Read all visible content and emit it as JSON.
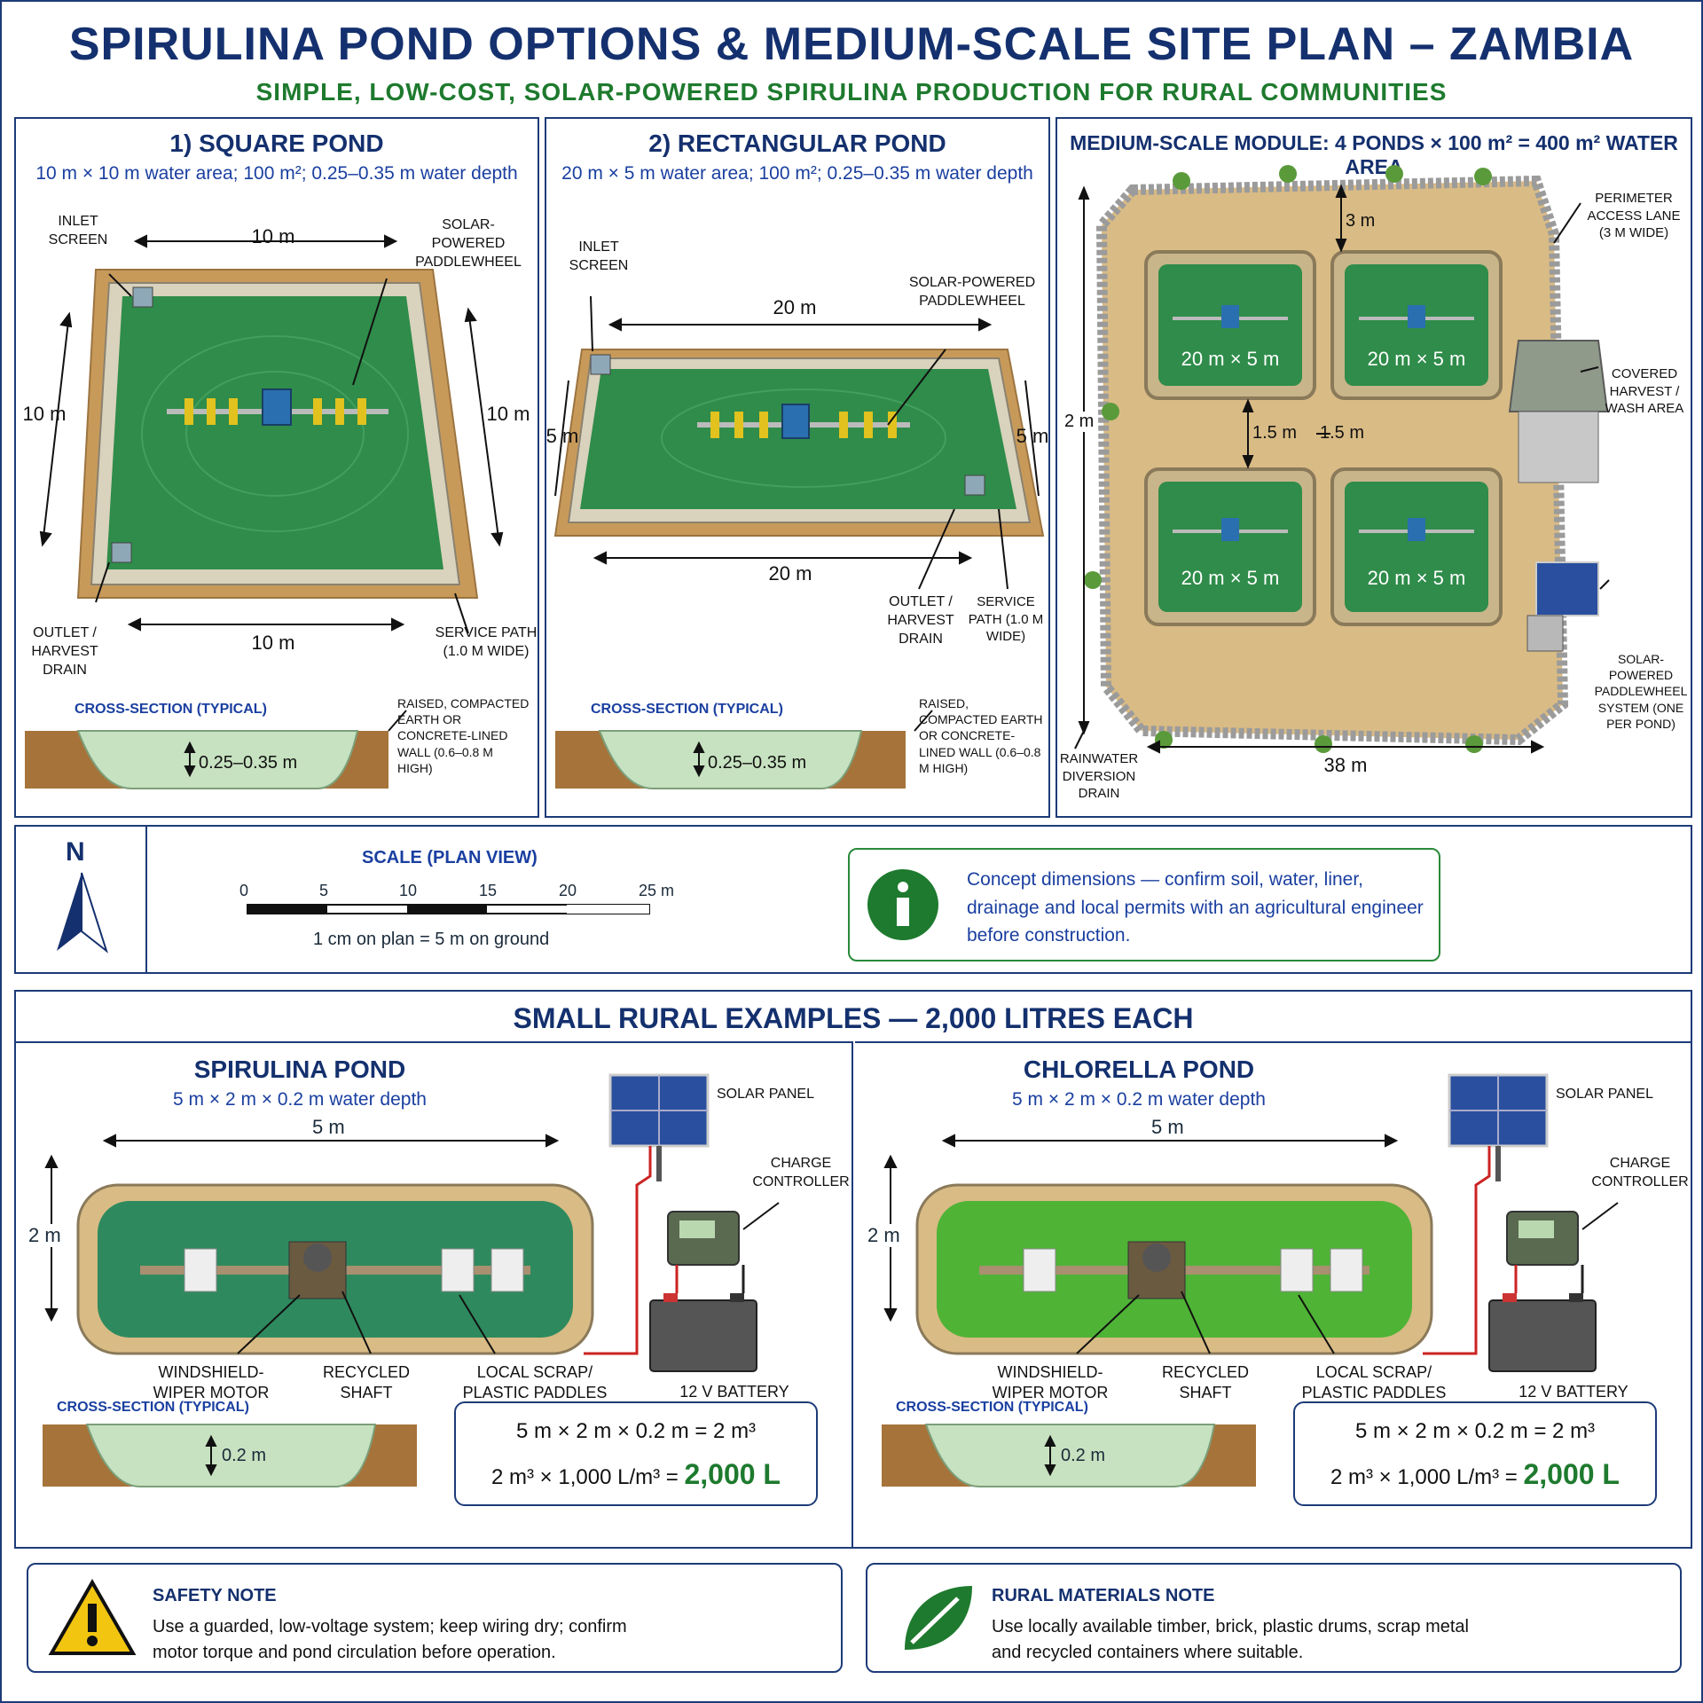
{
  "header": {
    "title": "SPIRULINA POND OPTIONS & MEDIUM-SCALE SITE PLAN – ZAMBIA",
    "subtitle": "SIMPLE, LOW-COST, SOLAR-POWERED SPIRULINA PRODUCTION FOR RURAL COMMUNITIES"
  },
  "colors": {
    "navy": "#14306e",
    "green": "#1e7a2e",
    "water": "#2f8c4a",
    "earth": "#c89a5a",
    "border": "#1d3b78"
  },
  "square": {
    "title": "1) SQUARE POND",
    "subtitle": "10 m × 10 m water area; 100 m²; 0.25–0.35 m water depth",
    "inlet": "INLET SCREEN",
    "paddle": "SOLAR-POWERED PADDLEWHEEL",
    "dim_top": "10 m",
    "dim_left": "10 m",
    "dim_right": "10 m",
    "dim_bottom": "10 m",
    "outlet": "OUTLET / HARVEST DRAIN",
    "service": "SERVICE PATH (1.0 m WIDE)",
    "cross": "CROSS-SECTION (TYPICAL)",
    "depth": "0.25–0.35 m",
    "wall": "RAISED, COMPACTED EARTH OR CONCRETE-LINED WALL (0.6–0.8 m HIGH)"
  },
  "rect": {
    "title": "2) RECTANGULAR POND",
    "subtitle": "20 m × 5 m water area; 100 m²; 0.25–0.35 m water depth",
    "inlet": "INLET SCREEN",
    "paddle": "SOLAR-POWERED PADDLEWHEEL",
    "dim_top": "20 m",
    "dim_left": "5 m",
    "dim_right": "5 m",
    "dim_bottom": "20 m",
    "outlet": "OUTLET / HARVEST DRAIN",
    "service": "SERVICE PATH (1.0 m WIDE)",
    "cross": "CROSS-SECTION (TYPICAL)",
    "depth": "0.25–0.35 m",
    "wall": "RAISED, COMPACTED EARTH OR CONCRETE-LINED WALL (0.6–0.8 m HIGH)"
  },
  "module": {
    "title": "MEDIUM-SCALE MODULE: 4 PONDS × 100 m² = 400 m² WATER AREA",
    "pond_label": "20 m × 5 m",
    "gap_top": "3 m",
    "gap_1": "1.5 m",
    "gap_2": "1.5 m",
    "dim_left": "2 m",
    "dim_bottom": "38 m",
    "access": "PERIMETER ACCESS LANE (3 m WIDE)",
    "harvest": "COVERED HARVEST / WASH AREA",
    "solar": "SOLAR-POWERED PADDLEWHEEL SYSTEM (ONE PER POND)",
    "drain": "RAINWATER DIVERSION DRAIN"
  },
  "legend": {
    "north": "N",
    "scale_title": "SCALE (PLAN VIEW)",
    "ticks": [
      "0",
      "5",
      "10",
      "15",
      "20",
      "25 m"
    ],
    "scale_note": "1 cm on plan = 5 m on ground",
    "info": "Concept dimensions — confirm soil, water, liner, drainage and local permits with an agricultural engineer before construction."
  },
  "small": {
    "title": "SMALL RURAL EXAMPLES — 2,000 LITRES EACH",
    "ponds": [
      {
        "title": "SPIRULINA POND",
        "subtitle": "5 m × 2 m × 0.2 m water depth",
        "dim_w": "5 m",
        "dim_h": "2 m",
        "solar": "SOLAR PANEL",
        "controller": "CHARGE CONTROLLER",
        "battery": "12 V BATTERY",
        "motor": "WINDSHIELD- WIPER MOTOR",
        "shaft": "RECYCLED SHAFT",
        "paddles": "LOCAL SCRAP/ PLASTIC PADDLES",
        "cross": "CROSS-SECTION (TYPICAL)",
        "depth": "0.2 m",
        "eq1": "5 m × 2 m × 0.2 m = 2 m³",
        "eq2": "2 m³ × 1,000 L/m³ =",
        "result": "2,000 L",
        "water": "#2e8a5e"
      },
      {
        "title": "CHLORELLA POND",
        "subtitle": "5 m × 2 m × 0.2 m water depth",
        "dim_w": "5 m",
        "dim_h": "2 m",
        "solar": "SOLAR PANEL",
        "controller": "CHARGE CONTROLLER",
        "battery": "12 V BATTERY",
        "motor": "WINDSHIELD- WIPER MOTOR",
        "shaft": "RECYCLED SHAFT",
        "paddles": "LOCAL SCRAP/ PLASTIC PADDLES",
        "cross": "CROSS-SECTION (TYPICAL)",
        "depth": "0.2 m",
        "eq1": "5 m × 2 m × 0.2 m = 2 m³",
        "eq2": "2 m³ × 1,000 L/m³ =",
        "result": "2,000 L",
        "water": "#4fb336"
      }
    ]
  },
  "notes": {
    "safety_title": "SAFETY NOTE",
    "safety_text": "Use a guarded, low-voltage system; keep wiring dry; confirm motor torque and pond circulation before operation.",
    "materials_title": "RURAL MATERIALS NOTE",
    "materials_text": "Use locally available timber, brick, plastic drums, scrap metal and recycled containers where suitable."
  }
}
